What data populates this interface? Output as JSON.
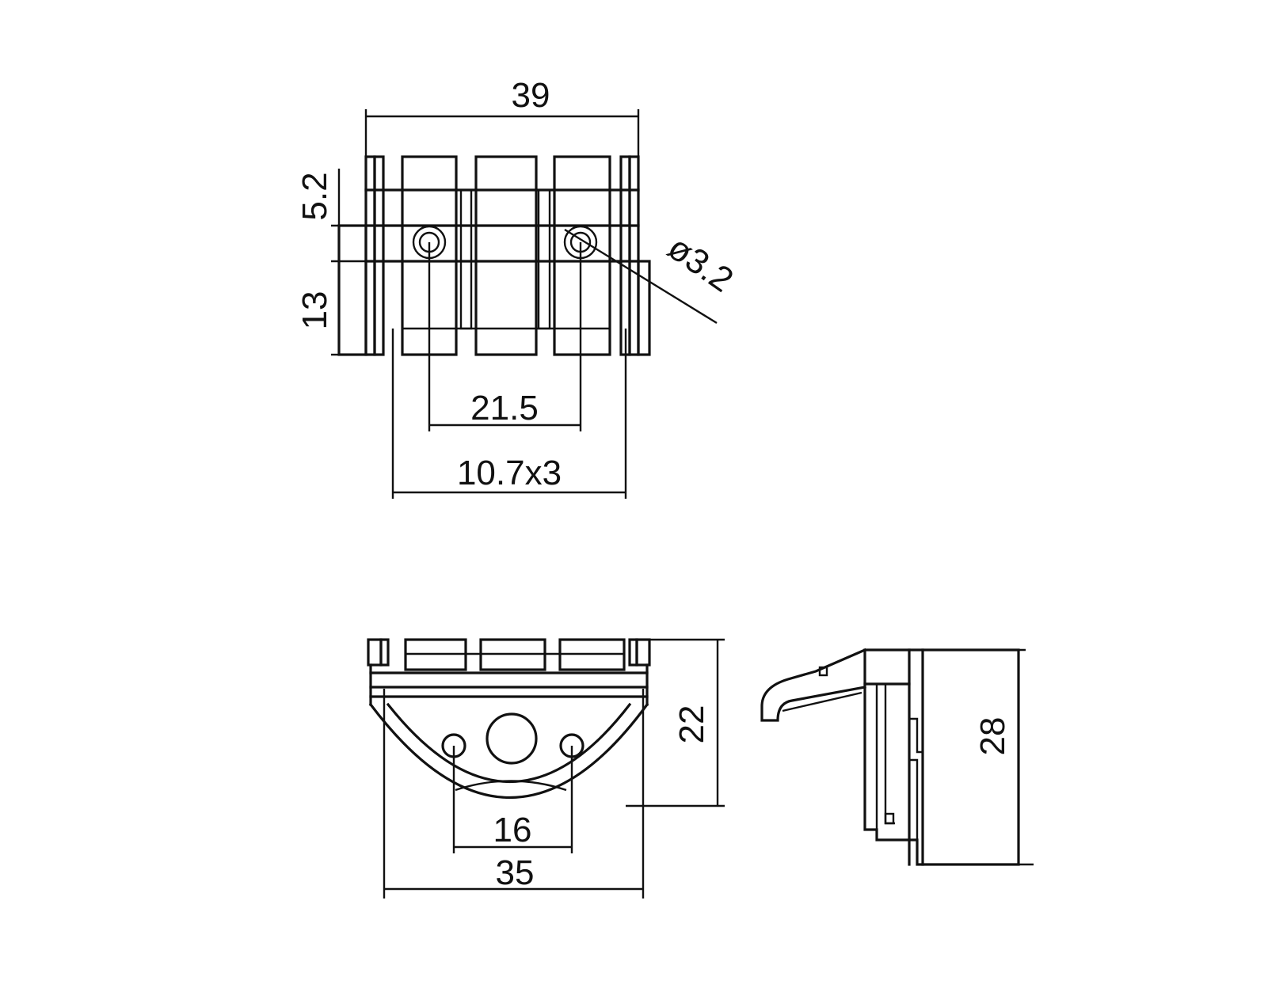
{
  "dimensions": {
    "top_width": "39",
    "upper_height": "5.2",
    "lower_height": "13",
    "hole_diameter": "ø3.2",
    "hole_spacing_top": "21.5",
    "slot_pitch": "10.7x3",
    "front_height": "22",
    "hole_spacing_front": "16",
    "front_width": "35",
    "side_height": "28"
  },
  "colors": {
    "line": "#111111",
    "background": "#ffffff"
  }
}
